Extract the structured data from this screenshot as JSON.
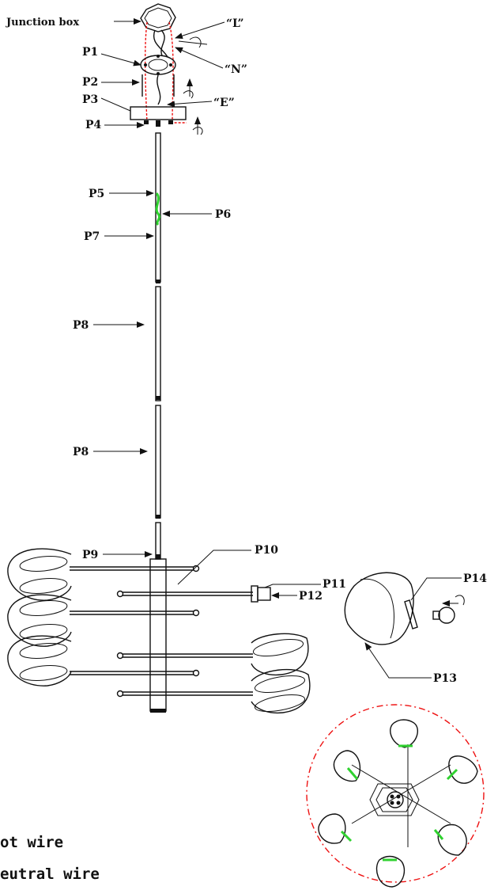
{
  "labels": {
    "junction_box": "Junction box",
    "L": "“L”",
    "N": "“N”",
    "E": "“E”",
    "P1": "P1",
    "P2": "P2",
    "P3": "P3",
    "P4": "P4",
    "P5": "P5",
    "P6": "P6",
    "P7": "P7",
    "P8a": "P8",
    "P8b": "P8",
    "P9": "P9",
    "P10": "P10",
    "P11": "P11",
    "P12": "P12",
    "P13": "P13",
    "P14": "P14"
  },
  "legend": {
    "hot": "ot wire",
    "neutral": "eutral wire"
  },
  "colors": {
    "line": "#111111",
    "wire": "#e11111",
    "ring": "#2fd12f"
  }
}
